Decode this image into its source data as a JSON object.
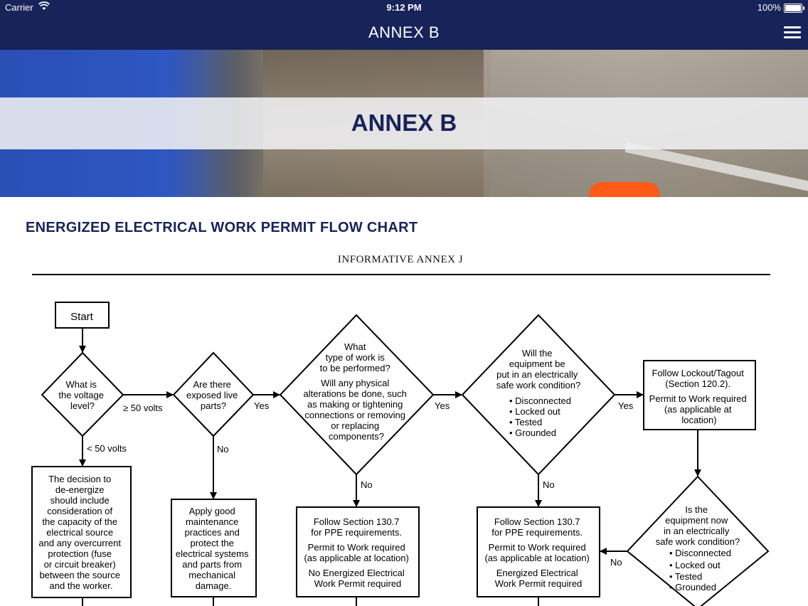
{
  "status_bar": {
    "carrier": "Carrier",
    "time": "9:12 PM",
    "battery": "100%"
  },
  "nav": {
    "title": "ANNEX B"
  },
  "hero": {
    "title": "ANNEX B"
  },
  "section_title": "ENERGIZED ELECTRICAL WORK PERMIT FLOW CHART",
  "flowchart": {
    "header": "INFORMATIVE ANNEX J",
    "start": "Start",
    "q_voltage": [
      "What is",
      "the voltage",
      "level?"
    ],
    "label_ge50": "≥ 50 volts",
    "label_lt50": "< 50 volts",
    "q_exposed": [
      "Are there",
      "exposed live",
      "parts?"
    ],
    "yes": "Yes",
    "no": "No",
    "q_worktype": [
      "What",
      "type of work is",
      "to be performed?",
      "Will any physical",
      "alterations be done, such",
      "as making or tightening",
      "connections or removing",
      "or replacing",
      "components?"
    ],
    "q_safe": [
      "Will the",
      "equipment be",
      "put in an electrically",
      "safe work condition?",
      "• Disconnected",
      "• Locked out",
      "• Tested",
      "• Grounded"
    ],
    "lockout_box": [
      "Follow Lockout/Tagout",
      "(Section 120.2).",
      "Permit to Work required",
      "(as applicable at",
      "location)"
    ],
    "deenergize_box": [
      "The decision to",
      "de-energize",
      "should include",
      "consideration of",
      "the capacity of the",
      "electrical source",
      "and any overcurrent",
      "protection (fuse",
      "or circuit breaker)",
      "between the source",
      "and the worker."
    ],
    "maintenance_box": [
      "Apply good",
      "maintenance",
      "practices and",
      "protect the",
      "electrical systems",
      "and parts from",
      "mechanical",
      "damage."
    ],
    "ppe_box_1": [
      "Follow Section 130.7",
      "for PPE requirements.",
      "Permit to Work required",
      "(as applicable at location)",
      "No Energized Electrical",
      "Work Permit required"
    ],
    "ppe_box_2": [
      "Follow Section 130.7",
      "for PPE requirements.",
      "Permit to Work required",
      "(as applicable at location)",
      "Energized Electrical",
      "Work Permit required"
    ],
    "q_now_safe": [
      "Is the",
      "equipment now",
      "in an electrically",
      "safe work condition?",
      "• Disconnected",
      "• Locked out",
      "• Tested",
      "• Grounded"
    ]
  }
}
